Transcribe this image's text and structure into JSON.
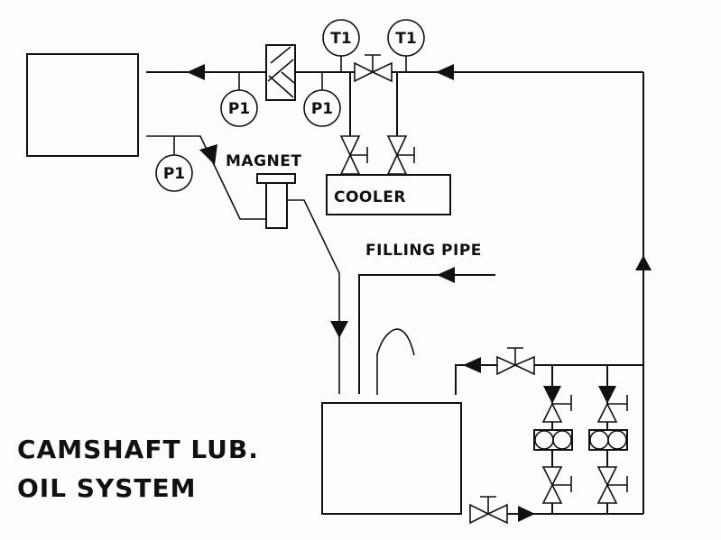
{
  "title": {
    "line1": "CAMSHAFT LUB.",
    "line2": "OIL SYSTEM"
  },
  "labels": {
    "magnet": "MAGNET",
    "cooler": "COOLER",
    "filling_pipe": "FILLING PIPE"
  },
  "gauges": {
    "pressure": [
      "P1",
      "P1",
      "P1"
    ],
    "temperature": [
      "T1",
      "T1"
    ]
  },
  "colors": {
    "line": "#111111",
    "background": "#fdfdfd"
  }
}
